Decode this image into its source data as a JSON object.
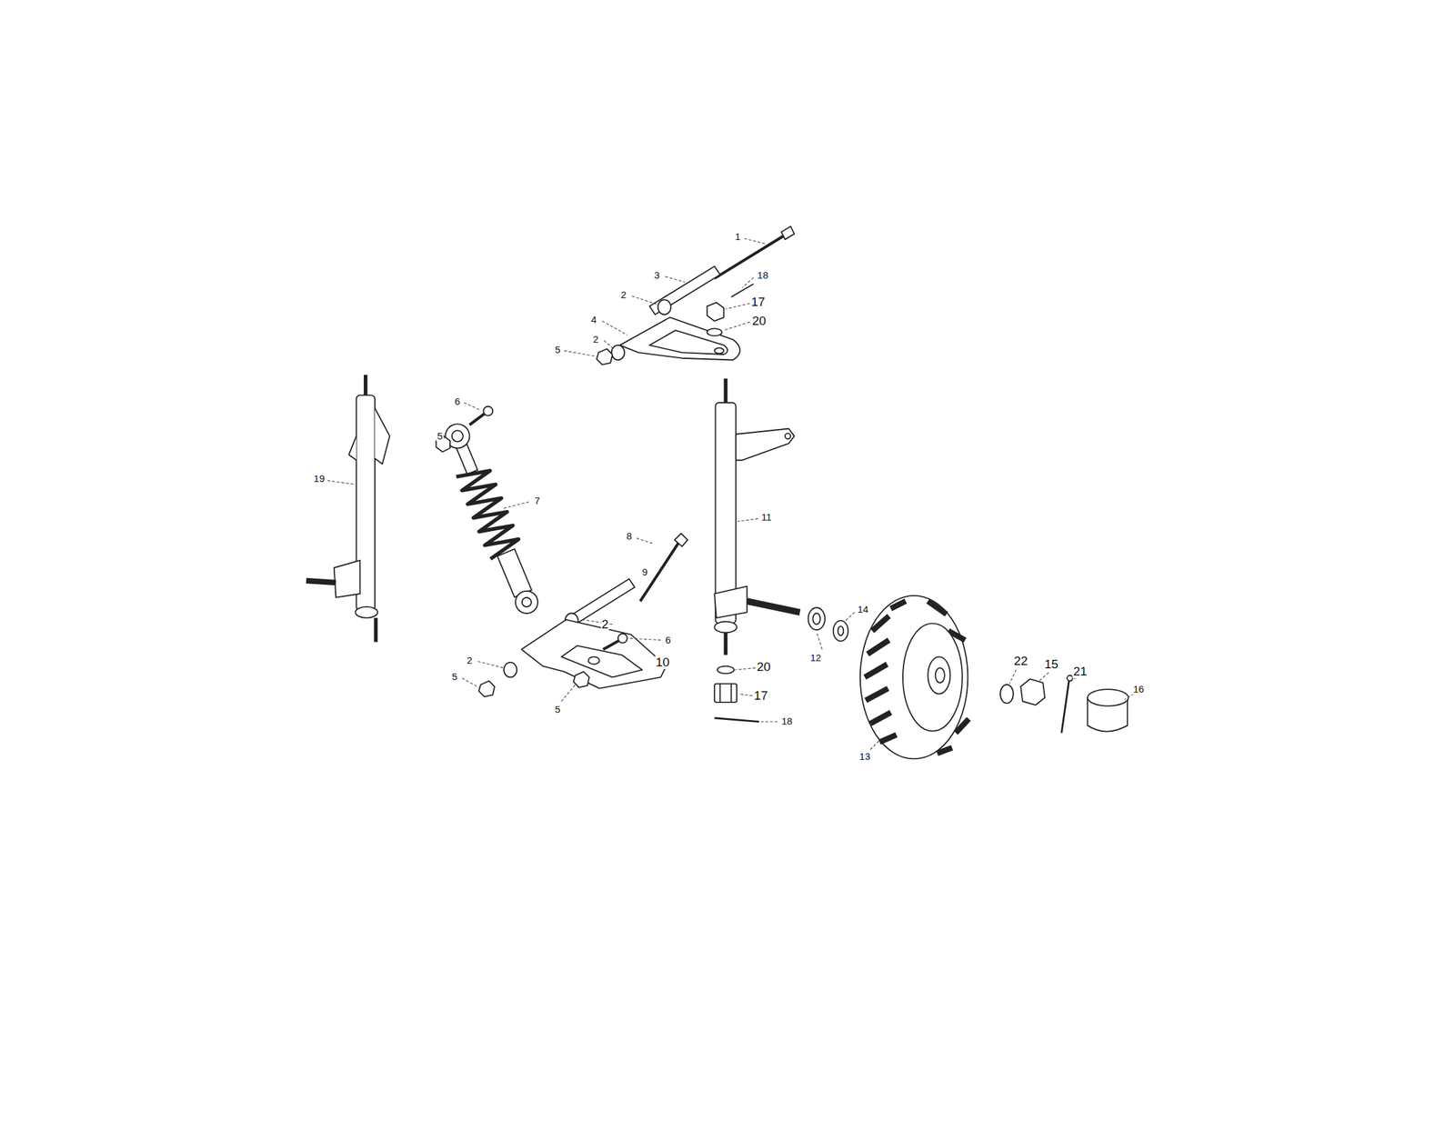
{
  "diagram": {
    "labels": [
      "1",
      "3",
      "18",
      "2",
      "17",
      "20",
      "4",
      "2",
      "5",
      "6",
      "5",
      "19",
      "7",
      "11",
      "8",
      "9",
      "14",
      "2",
      "6",
      "12",
      "10",
      "22",
      "15",
      "21",
      "16",
      "2",
      "20",
      "5",
      "5",
      "17",
      "18",
      "13"
    ]
  }
}
